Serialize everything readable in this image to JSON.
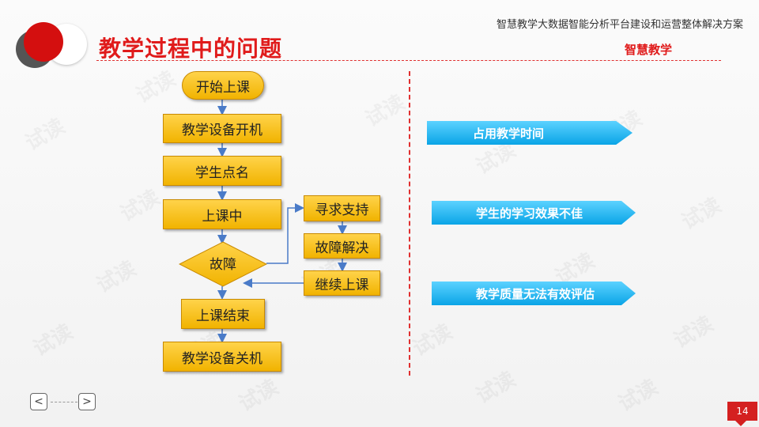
{
  "header": {
    "top_text": "智慧教学大数据智能分析平台建设和运营整体解决方案",
    "title": "教学过程中的问题",
    "brand": "智慧教学"
  },
  "flow": {
    "start": "开始上课",
    "power_on": "教学设备开机",
    "roll_call": "学生点名",
    "in_class": "上课中",
    "fault": "故障",
    "seek_support": "寻求支持",
    "fix_fault": "故障解决",
    "continue_class": "继续上课",
    "end_class": "上课结束",
    "power_off": "教学设备关机"
  },
  "problems": [
    "占用教学时间",
    "学生的学习效果不佳",
    "教学质量无法有效评估"
  ],
  "nav": {
    "prev": "<",
    "next": ">"
  },
  "page_number": "14",
  "watermark": "试读",
  "colors": {
    "accent": "#e01b1b",
    "box": "#f5c21b",
    "banner": "#1ab2ee"
  }
}
